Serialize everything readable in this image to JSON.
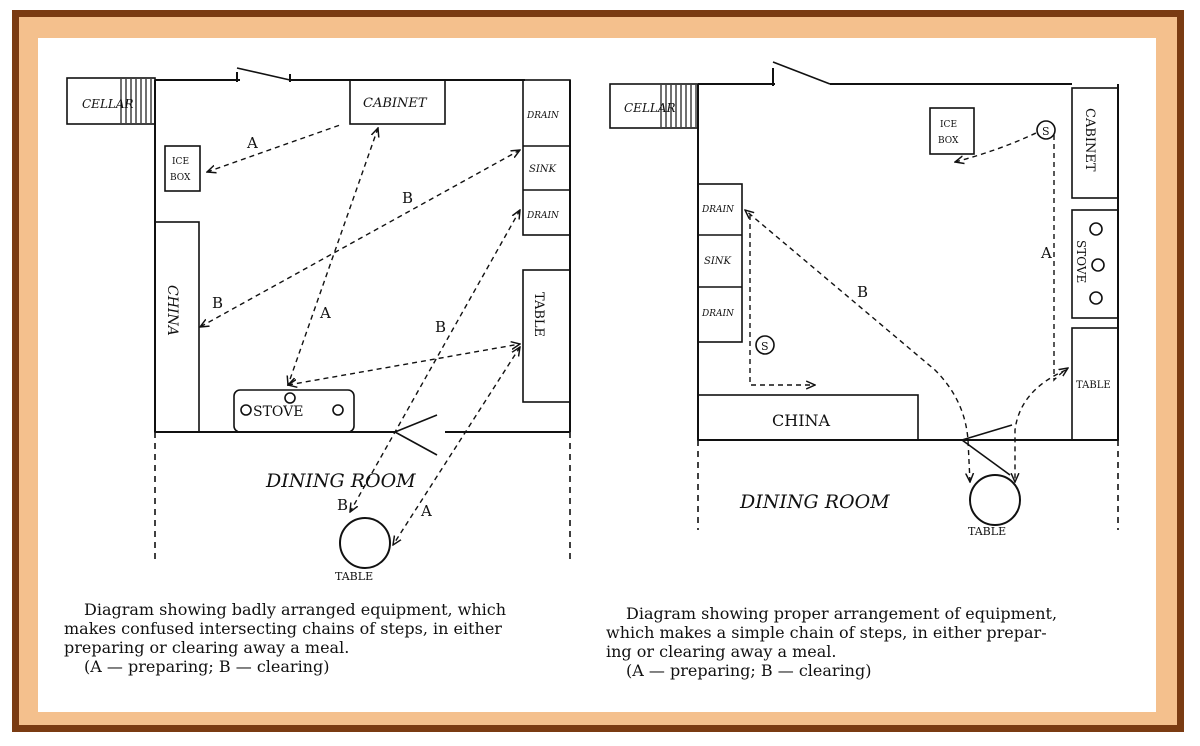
{
  "colors": {
    "frame_brown": "#7a3b12",
    "mat_tan": "#f4c08d",
    "ink": "#111111",
    "paper": "#ffffff"
  },
  "left_diagram": {
    "rooms": {
      "cellar": "CELLAR",
      "cabinet": "CABINET",
      "ice_box_line1": "ICE",
      "ice_box_line2": "BOX",
      "china": "CHINA",
      "stove": "STOVE",
      "drain_top": "DRAIN",
      "sink": "SINK",
      "drain_bottom": "DRAIN",
      "table_counter": "TABLE",
      "dining_room": "DINING ROOM",
      "table_round": "TABLE"
    },
    "path_labels": [
      "A",
      "B",
      "B",
      "A",
      "B",
      "B",
      "A"
    ],
    "caption": {
      "line1": "Diagram showing badly arranged equipment, which",
      "line2": "makes confused intersecting chains of steps, in either",
      "line3": "preparing or clearing away a meal.",
      "line4": "(A — preparing; B — clearing)"
    }
  },
  "right_diagram": {
    "rooms": {
      "cellar": "CELLAR",
      "ice_box_line1": "ICE",
      "ice_box_line2": "BOX",
      "cabinet": "CABINET",
      "stove": "STOVE",
      "table_counter": "TABLE",
      "drain_top": "DRAIN",
      "sink": "SINK",
      "drain_bottom": "DRAIN",
      "china": "CHINA",
      "dining_room": "DINING ROOM",
      "table_round": "TABLE",
      "s_marker_1": "S",
      "s_marker_2": "S"
    },
    "path_labels": [
      "A",
      "B"
    ],
    "caption": {
      "line1": "Diagram showing proper arrangement of equipment,",
      "line2": "which makes a simple chain of steps, in either prepar-",
      "line3": "ing or clearing away a meal.",
      "line4": "(A — preparing; B — clearing)"
    }
  }
}
